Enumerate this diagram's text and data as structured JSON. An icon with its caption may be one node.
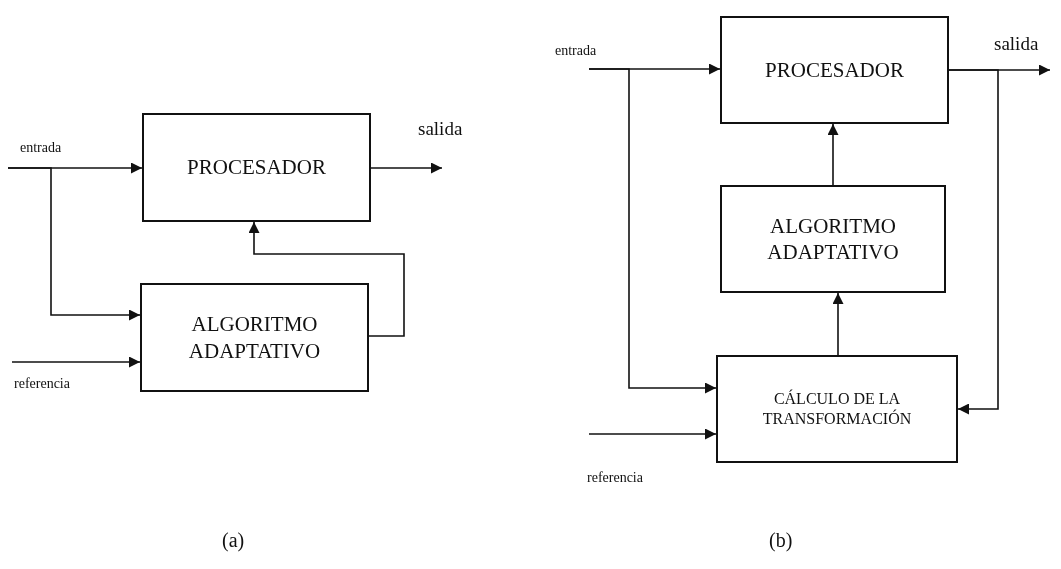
{
  "diagram": {
    "nodes": [
      {
        "text": [
          "PROCESADOR"
        ]
      },
      {
        "text": [
          "ALGORITMO ADAPTATIVO"
        ]
      },
      {
        "text": [
          "PROCESADOR"
        ]
      },
      {
        "text": [
          "ALGORITMO ADAPTATIVO"
        ]
      },
      {
        "text": [
          "CÁLCULO DE LA TRANSFORMACIÓN"
        ]
      }
    ],
    "edges": [
      {
        "from": null,
        "to": 0,
        "arrow": "to"
      },
      {
        "from": null,
        "to": 1,
        "arrow": "to"
      },
      {
        "from": null,
        "to": 1,
        "arrow": "to"
      },
      {
        "from": 0,
        "to": null,
        "arrow": "to"
      },
      {
        "from": 1,
        "to": 0,
        "arrow": "to"
      },
      {
        "from": null,
        "to": 2,
        "arrow": "to"
      },
      {
        "from": null,
        "to": 4,
        "arrow": "to"
      },
      {
        "from": null,
        "to": 4,
        "arrow": "to"
      },
      {
        "from": 2,
        "to": null,
        "arrow": "to"
      },
      {
        "from": 2,
        "to": 4,
        "arrow": "to"
      },
      {
        "from": 3,
        "to": 2,
        "arrow": "to"
      },
      {
        "from": 4,
        "to": 3,
        "arrow": "to"
      }
    ],
    "labels": [
      "entrada",
      "salida",
      "referencia",
      "(a)",
      "entrada",
      "salida",
      "referencia",
      "(b)"
    ]
  }
}
